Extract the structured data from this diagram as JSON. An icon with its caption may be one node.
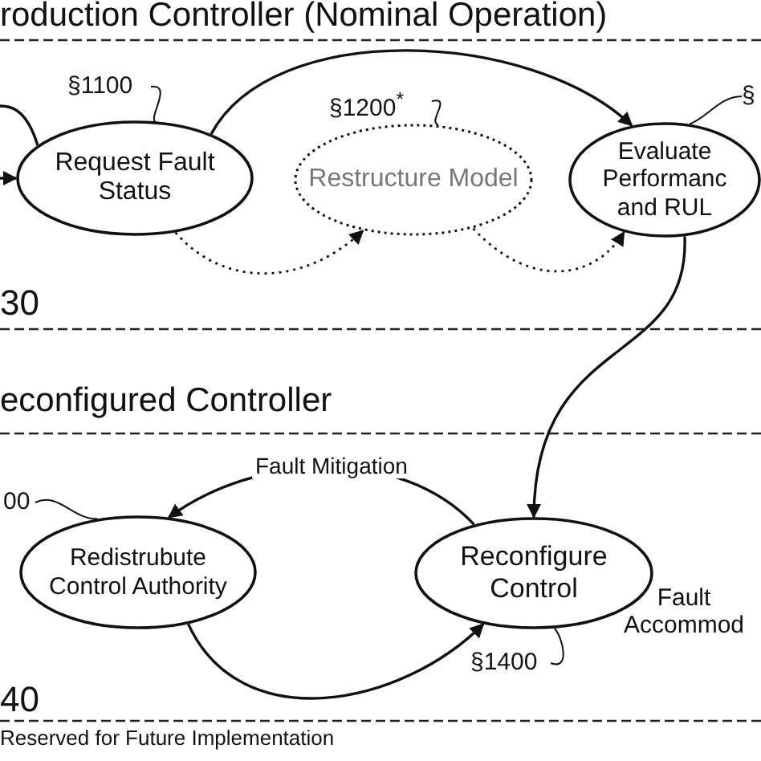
{
  "diagram": {
    "nodes": [
      {
        "text": [
          "Request Fault Status"
        ]
      },
      {
        "text": [
          "Restructure Model"
        ]
      },
      {
        "text": [
          "Evaluate Performanc and RUL"
        ]
      },
      {
        "text": [
          "Redistrubute Control Authority"
        ]
      },
      {
        "text": [
          "Reconfigure Control"
        ]
      },
      {
        "text": [
          "§1100"
        ]
      },
      {
        "text": [
          "§1200$^{*}$"
        ]
      },
      {
        "text": [
          "§"
        ]
      },
      {
        "text": [
          "00"
        ]
      },
      {
        "text": [
          "§1400"
        ]
      }
    ],
    "edges": [
      {
        "from": null,
        "to": 0,
        "arrow": "to"
      },
      {
        "from": 0,
        "to": null,
        "arrow": "none"
      },
      {
        "from": 0,
        "to": 2,
        "arrow": "to"
      },
      {
        "from": 0,
        "to": 1,
        "arrow": "to",
        "style": "dashed"
      },
      {
        "from": 1,
        "to": 2,
        "arrow": "to",
        "style": "dashed"
      },
      {
        "from": 2,
        "to": 4,
        "arrow": "to"
      },
      {
        "from": 4,
        "to": 3,
        "arrow": "to",
        "label": "Fault Mitigation"
      },
      {
        "from": 3,
        "to": 4,
        "arrow": "to"
      },
      {
        "from": 5,
        "to": 0,
        "arrow": "none"
      },
      {
        "from": 6,
        "to": 1,
        "arrow": "none"
      },
      {
        "from": 7,
        "to": 2,
        "arrow": "none"
      },
      {
        "from": 8,
        "to": 3,
        "arrow": "none"
      },
      {
        "from": 9,
        "to": 4,
        "arrow": "none"
      }
    ],
    "labels": [
      "roduction Controller (Nominal Operation)",
      "30",
      "econfigured Controller",
      "Fault Accommod",
      "40",
      "Reserved for Future Implementation"
    ]
  }
}
